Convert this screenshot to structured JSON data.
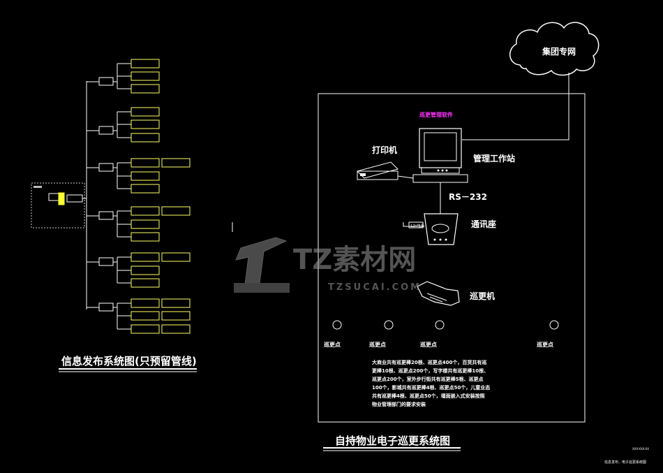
{
  "left_title": "信息发布系统图(只预留管线)",
  "right_title": "自持物业电子巡更系统图",
  "cloud_label": "集团专网",
  "monitor_caption": "巡更管理软件",
  "printer_label": "打印机",
  "workstation_label": "管理工作站",
  "rs232_label": "RS－232",
  "comm_base_label": "通讯座",
  "power_label": "12V电源",
  "patrol_device_label": "巡更机",
  "patrol_points": [
    "巡更点",
    "巡更点",
    "巡更点",
    "巡更点"
  ],
  "note_lines": [
    "大商业共有巡更棒20根、巡更点400个，百货共有巡",
    "更棒10根、巡更点200个，写字楼共有巡更棒10根、",
    "巡更点200个，室外步行街共有巡更棒5根、巡更点",
    "100个，影城共有巡更棒4根、巡更点50个，儿童业态",
    "共有巡更棒4根、巡更点50个，墙面嵌入式安装按照",
    "物业管理部门的要求安装"
  ],
  "watermark_text": "TZ素材网",
  "watermark_sub": "TZSUCAI.COM",
  "drawing_no": "XXX-XXX-XX",
  "drawing_name": "信息发布、电子巡更系统图",
  "colors": {
    "background": "#000000",
    "line": "#ffffff",
    "panel_yellow": "#ffff66",
    "magenta": "#ff33ff",
    "cloud": "#ffffff"
  }
}
